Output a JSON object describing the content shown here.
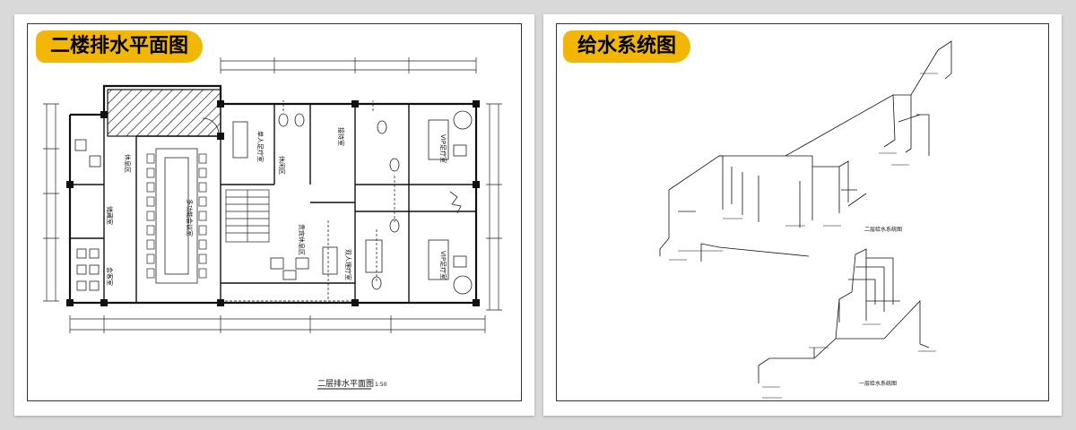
{
  "left_panel": {
    "badge": "二楼排水平面图",
    "drawing_title": "二层排水平面图",
    "drawing_scale": "1:50",
    "rooms": [
      "多功能会议室",
      "休息区",
      "贵宾休息区",
      "双人理疗室",
      "VIP足疗室",
      "VIP足疗室",
      "单人足疗室",
      "接待室",
      "储藏室",
      "会客室",
      "休闲区"
    ]
  },
  "right_panel": {
    "badge": "给水系统图",
    "labels": {
      "second_floor": "二层给水系统图",
      "first_floor": "一层给水系统图"
    }
  },
  "colors": {
    "background": "#d9d9d9",
    "badge": "#f2b705",
    "line": "#111111"
  }
}
